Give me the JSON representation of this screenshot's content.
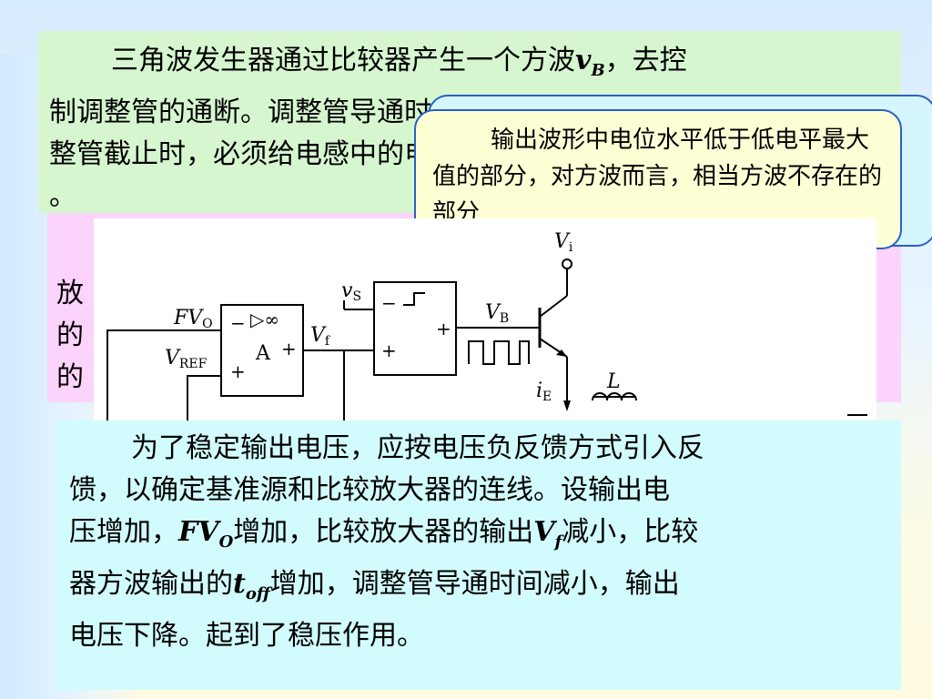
{
  "green_para": {
    "line1": "三角波发生器通过比较器产生一个方波",
    "var_v": "v",
    "var_v_sub": "B",
    "line1_tail": "，去控",
    "line2": "制调整管的通断。调整管导通时，向电感充电。当调",
    "line3": "整管截止时，必须给电感中的电流提供一个泄放通路",
    "line4": "。"
  },
  "callout": {
    "text": "输出波形中电位水平低于低电平最大值的部分，对方波而言，相当方波不存在的部分"
  },
  "pink_para": {
    "chars": [
      "放",
      "的",
      "的"
    ]
  },
  "circuit": {
    "fvo_label": "FV",
    "fvo_sub": "O",
    "vref_label": "V",
    "vref_sub": "REF",
    "opamp_label": "A",
    "opamp_sym": "▷∞",
    "vf_label": "V",
    "vf_sub": "f",
    "vs_label": "v",
    "vs_sub": "S",
    "vb_label": "V",
    "vb_sub": "B",
    "vi_label": "V",
    "vi_sub": "i",
    "ie_label": "i",
    "ie_sub": "E",
    "l_label": "L",
    "minus": "−",
    "plus": "+"
  },
  "cyan_para": {
    "p1": "为了稳定输出电压，应按电压负反馈方式引入反",
    "p2": "馈，以确定基准源和比较放大器的连线。设输出电",
    "p3a": "压增加，",
    "fvo": "FV",
    "fvo_sub": "O",
    "p3b": "增加，比较放大器的输出",
    "vf": "V",
    "vf_sub": "f",
    "p3c": "减小，比较",
    "p4a": "器方波输出的",
    "toff": "t",
    "toff_sub": "off",
    "p4b": "增加，调整管导通时间减小，输出",
    "p5": "电压下降。起到了稳压作用。"
  }
}
